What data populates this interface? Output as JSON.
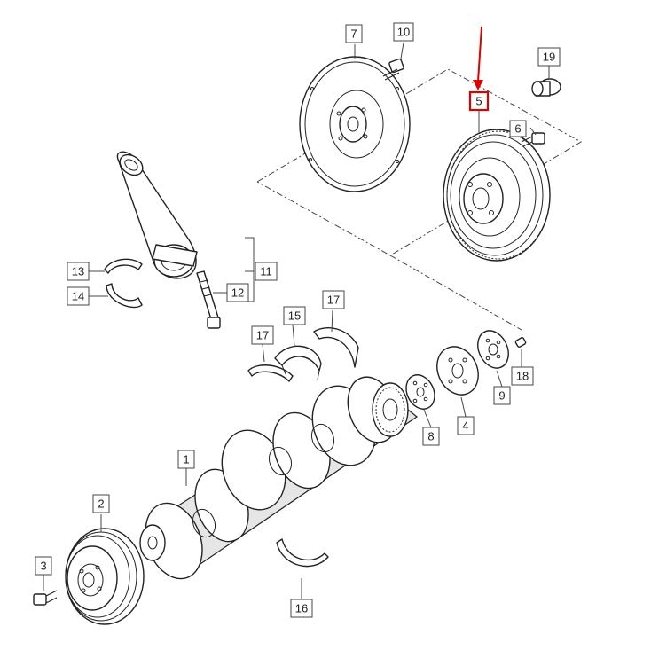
{
  "diagram": {
    "callouts": [
      {
        "id": "c1",
        "label": "1"
      },
      {
        "id": "c2",
        "label": "2"
      },
      {
        "id": "c3",
        "label": "3"
      },
      {
        "id": "c4",
        "label": "4"
      },
      {
        "id": "c5",
        "label": "5"
      },
      {
        "id": "c6",
        "label": "6"
      },
      {
        "id": "c7",
        "label": "7"
      },
      {
        "id": "c8",
        "label": "8"
      },
      {
        "id": "c9",
        "label": "9"
      },
      {
        "id": "c10",
        "label": "10"
      },
      {
        "id": "c11",
        "label": "11"
      },
      {
        "id": "c12",
        "label": "12"
      },
      {
        "id": "c13",
        "label": "13"
      },
      {
        "id": "c14",
        "label": "14"
      },
      {
        "id": "c15",
        "label": "15"
      },
      {
        "id": "c16",
        "label": "16"
      },
      {
        "id": "c17a",
        "label": "17"
      },
      {
        "id": "c17b",
        "label": "17"
      },
      {
        "id": "c18",
        "label": "18"
      },
      {
        "id": "c19",
        "label": "19"
      }
    ],
    "highlight_color": "#e00000",
    "selected_callout": "5"
  }
}
